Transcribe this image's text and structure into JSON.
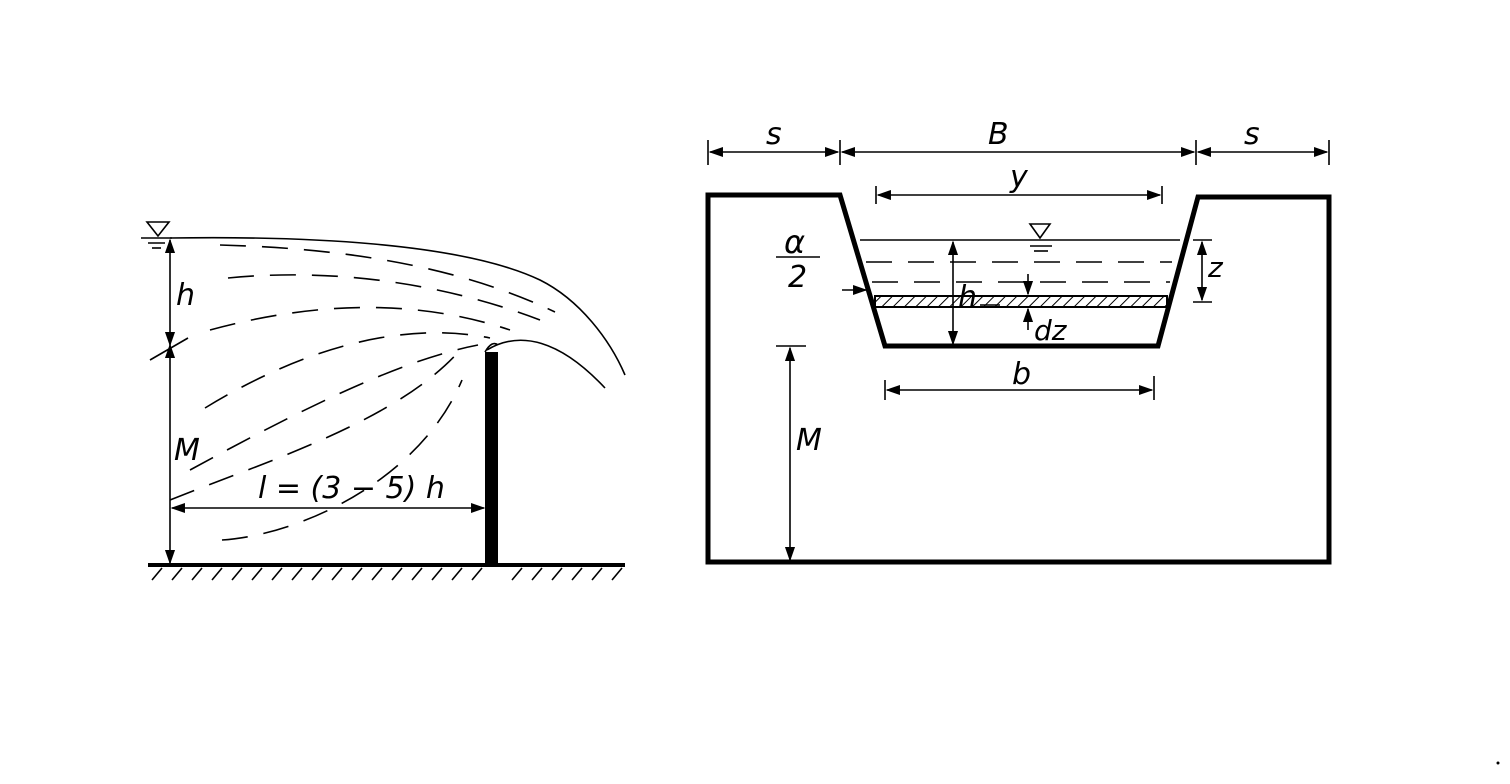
{
  "left_figure": {
    "labels": {
      "h": "h",
      "M": "M",
      "length": "l = (3 − 5) h"
    }
  },
  "right_figure": {
    "labels": {
      "s_left": "s",
      "B": "B",
      "s_right": "s",
      "y": "y",
      "alpha": "α",
      "two": "2",
      "z": "z",
      "h": "h",
      "dz": "dz",
      "b": "b",
      "M": "M"
    }
  }
}
